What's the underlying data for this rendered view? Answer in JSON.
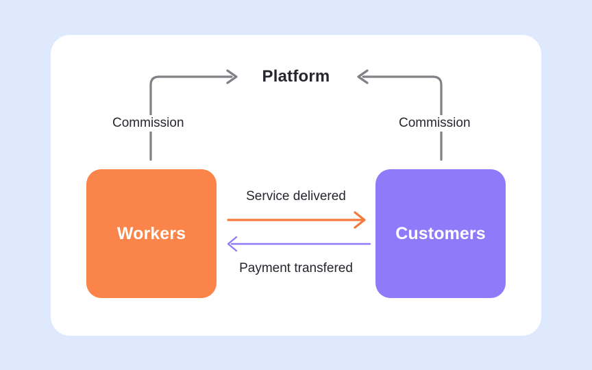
{
  "canvas": {
    "background_color": "#dfe9fd",
    "card_color": "#ffffff"
  },
  "diagram": {
    "title": "Platform",
    "nodes": [
      {
        "id": "workers",
        "label": "Workers",
        "color": "#fa8449",
        "text_color": "#ffffff"
      },
      {
        "id": "customers",
        "label": "Customers",
        "color": "#8f7bfa",
        "text_color": "#ffffff"
      }
    ],
    "edges": [
      {
        "id": "workers-to-platform",
        "label": "Commission",
        "from": "workers",
        "to": "platform",
        "color": "#808086",
        "direction": "up-right"
      },
      {
        "id": "customers-to-platform",
        "label": "Commission",
        "from": "customers",
        "to": "platform",
        "color": "#808086",
        "direction": "up-left"
      },
      {
        "id": "workers-to-customers",
        "label": "Service delivered",
        "from": "workers",
        "to": "customers",
        "color": "#f5793b",
        "direction": "right"
      },
      {
        "id": "customers-to-workers",
        "label": "Payment transfered",
        "from": "customers",
        "to": "workers",
        "color": "#8f7bfa",
        "direction": "left"
      }
    ]
  }
}
